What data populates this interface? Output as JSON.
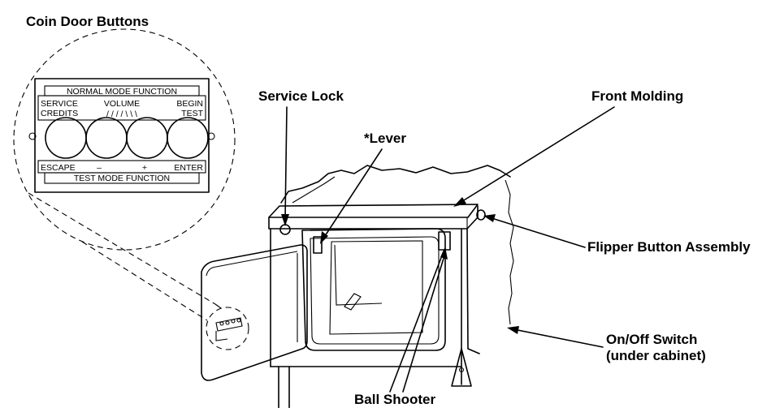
{
  "labels": {
    "coin_door_buttons": "Coin Door Buttons",
    "service_lock": "Service Lock",
    "lever": "*Lever",
    "front_molding": "Front Molding",
    "flipper_button_assembly": "Flipper Button Assembly",
    "on_off_switch": "On/Off Switch",
    "on_off_switch_note": "(under cabinet)",
    "ball_shooter": "Ball Shooter"
  },
  "plate": {
    "top_header": "NORMAL MODE FUNCTION",
    "service": "SERVICE",
    "credits": "CREDITS",
    "volume": "VOLUME",
    "begin": "BEGIN",
    "test": "TEST",
    "slashes": "/ / / / \\ \\ \\",
    "escape": "ESCAPE",
    "minus": "–",
    "plus": "+",
    "enter": "ENTER",
    "bottom_header": "TEST MODE FUNCTION"
  },
  "icons": [
    "coin-door-button-icon",
    "arrow-icon",
    "cabinet-illustration"
  ]
}
